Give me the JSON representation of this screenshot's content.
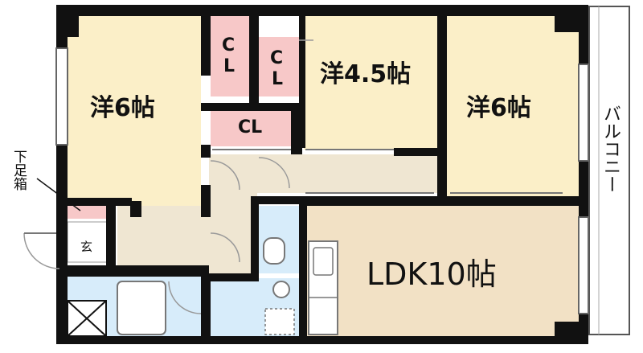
{
  "rooms": {
    "western_left": "洋6帖",
    "western_center": "洋4.5帖",
    "western_right": "洋6帖",
    "ldk": "LDK10帖"
  },
  "closets": {
    "closet_a_line1": "C",
    "closet_a_line2": "L",
    "closet_b_line1": "C",
    "closet_b_line2": "L",
    "closet_c": "CL"
  },
  "labels": {
    "shoe_box": "下足箱",
    "entrance": "玄",
    "balcony": "バルコニー"
  },
  "colors": {
    "room_fill": "#fbefc8",
    "ldk_fill": "#f2e1c5",
    "hall_fill": "#efe6d2",
    "closet_fill": "#f7c8c8",
    "wet_fill": "#d7ecfa",
    "wall": "#111111"
  }
}
